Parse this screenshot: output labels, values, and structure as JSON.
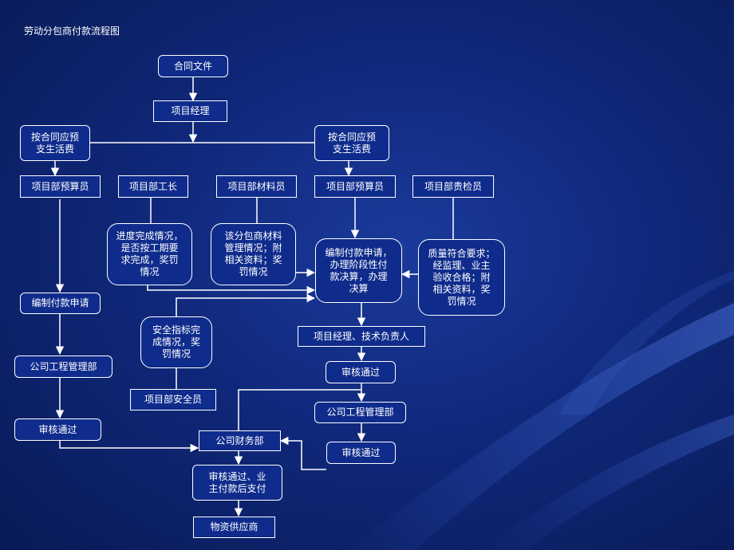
{
  "title": "劳动分包商付款流程图",
  "nodes": {
    "contract_docs": "合同文件",
    "project_manager": "项目经理",
    "advance_left": "按合同应预\n支生活费",
    "advance_right": "按合同应预\n支生活费",
    "budget_left": "项目部预算员",
    "foreman": "项目部工长",
    "materials": "项目部材料员",
    "budget_right": "项目部预算员",
    "inspector": "项目部责检员",
    "progress_note": "进度完成情况，\n是否按工期要\n求完成，奖罚\n情况",
    "materials_note": "该分包商材料\n管理情况；附\n相关资料；奖\n罚情况",
    "payment_app_main": "编制付款申请，\n办理阶段性付\n款决算，办理\n决算",
    "quality_note": "质量符合要求；\n经监理、业主\n验收合格；附\n相关资料，奖\n罚情况",
    "payment_app_left": "编制付款申请",
    "safety_note": "安全指标完\n成情况，奖\n罚情况",
    "pm_tech": "项目经理、技术负责人",
    "company_eng_left": "公司工程管理部",
    "approved_1": "审核通过",
    "company_eng_right": "公司工程管理部",
    "safety_officer": "项目部安全员",
    "approved_left": "审核通过",
    "finance": "公司财务部",
    "approved_right": "审核通过",
    "owner_pay": "审核通过、业\n主付款后支付",
    "supplier": "物资供应商"
  },
  "colors": {
    "background": "#10287a",
    "box_fill": "#0f2c8c",
    "stroke": "#ffffff"
  }
}
